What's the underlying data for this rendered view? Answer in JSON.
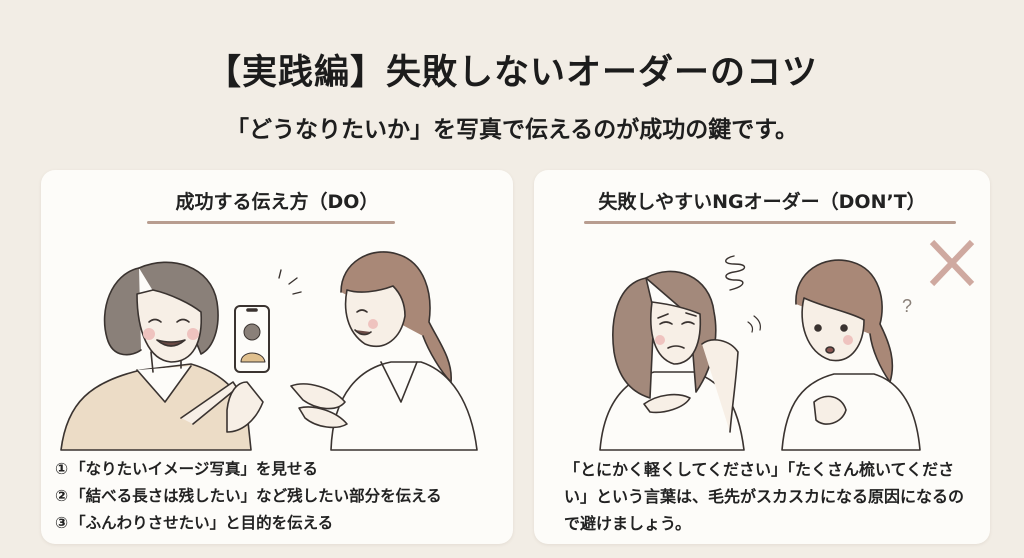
{
  "header": {
    "title": "【実践編】失敗しないオーダーのコツ",
    "subtitle": "「どうなりたいか」を写真で伝えるのが成功の鍵です。"
  },
  "do_card": {
    "heading": "成功する伝え方（DO）",
    "illustration": "older-woman-showing-phone-photo-to-smiling-stylist",
    "items": [
      {
        "num": "①",
        "text": "「なりたいイメージ写真」を見せる"
      },
      {
        "num": "②",
        "text": "「結べる長さは残したい」など残したい部分を伝える"
      },
      {
        "num": "③",
        "text": "「ふんわりさせたい」と目的を伝える"
      }
    ]
  },
  "dont_card": {
    "heading": "失敗しやすいNGオーダー（DON’T）",
    "illustration": "confused-woman-touching-hair-and-puzzled-stylist",
    "cross_icon": "×",
    "question_mark": "?",
    "text": "「とにかく軽くしてください」「たくさん梳いてください」という言葉は、毛先がスカスカになる原因になるので避けましょう。"
  },
  "colors": {
    "background": "#f2ede5",
    "card": "#fdfcf9",
    "accent_rule": "#b89d90",
    "cross": "#cfa9a0",
    "text": "#1e1e1e"
  }
}
